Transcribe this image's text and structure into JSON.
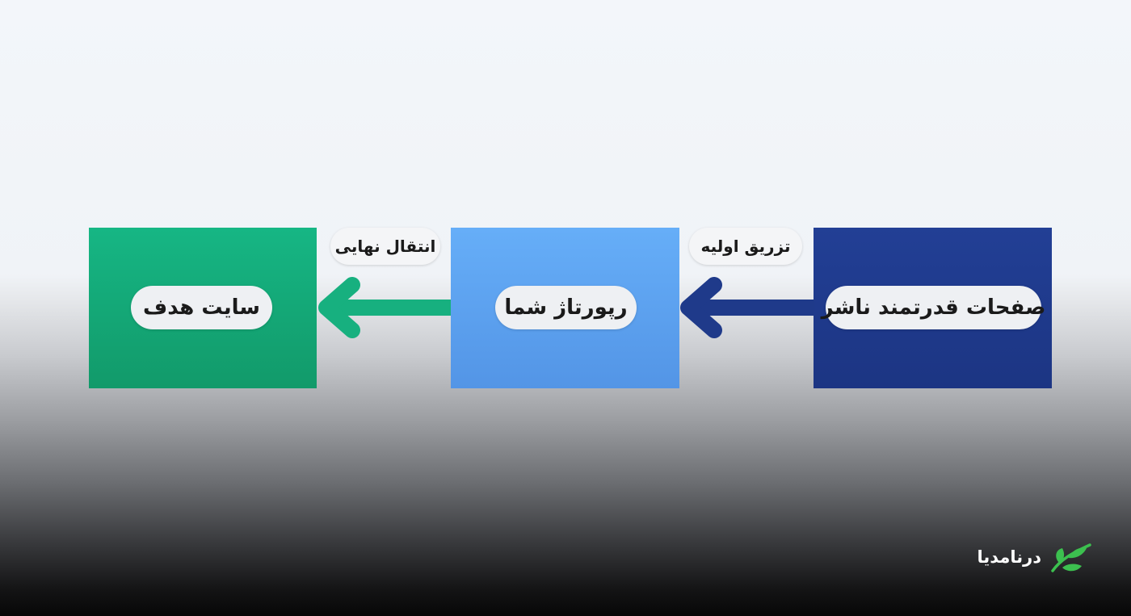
{
  "diagram": {
    "nodes": [
      {
        "id": "publisher",
        "label": "صفحات قدرتمند ناشر",
        "color": "#223f95"
      },
      {
        "id": "report",
        "label": "رپورتاژ شما",
        "color": "#66aef8"
      },
      {
        "id": "target",
        "label": "سایت هدف",
        "color": "#16b684"
      }
    ],
    "edges": [
      {
        "from": "publisher",
        "to": "report",
        "label": "تزریق اولیه",
        "color": "#1f3a8a"
      },
      {
        "from": "report",
        "to": "target",
        "label": "انتقال نهایی",
        "color": "#17b07f"
      }
    ]
  },
  "brand": {
    "name": "درنامدیا",
    "icon": "leaf-bird-logo-icon",
    "color": "#3cc04f"
  }
}
